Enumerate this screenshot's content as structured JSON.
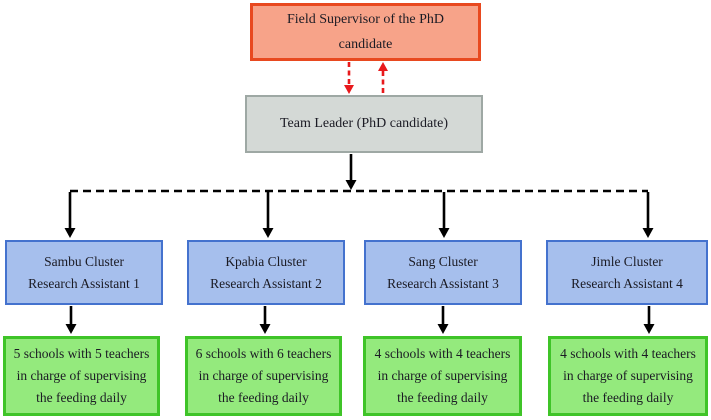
{
  "org_chart": {
    "supervisor": {
      "label": "Field Supervisor of the PhD candidate"
    },
    "team_leader": {
      "label": "Team Leader (PhD candidate)"
    },
    "clusters": [
      {
        "cluster": "Sambu Cluster",
        "role": "Research Assistant 1",
        "schools": "5 schools with 5 teachers in charge of supervising the feeding daily"
      },
      {
        "cluster": "Kpabia Cluster",
        "role": "Research Assistant 2",
        "schools": "6 schools with 6 teachers in charge of supervising the feeding daily"
      },
      {
        "cluster": "Sang Cluster",
        "role": "Research Assistant 3",
        "schools": "4 schools with 4 teachers in charge of supervising the feeding daily"
      },
      {
        "cluster": "Jimle Cluster",
        "role": "Research Assistant 4",
        "schools": "4 schools with 4 teachers in charge of supervising the feeding daily"
      }
    ],
    "connector_semantics": {
      "supervisor_leader": "two-way dashed red feedback arrows",
      "leader_clusters": "solid arrow to dashed distribution line feeding four clusters",
      "cluster_schools": "solid arrow from each cluster to its schools box"
    },
    "colors": {
      "supervisor_fill": "#F7A389",
      "supervisor_border": "#E8491F",
      "leader_fill": "#D4D9D6",
      "leader_border": "#9EA8A4",
      "cluster_fill": "#A6BFED",
      "cluster_border": "#4472CE",
      "schools_fill": "#94EA7D",
      "schools_border": "#3FC428",
      "feedback_arrow": "#E8191C",
      "flow_arrow": "#000000"
    }
  }
}
